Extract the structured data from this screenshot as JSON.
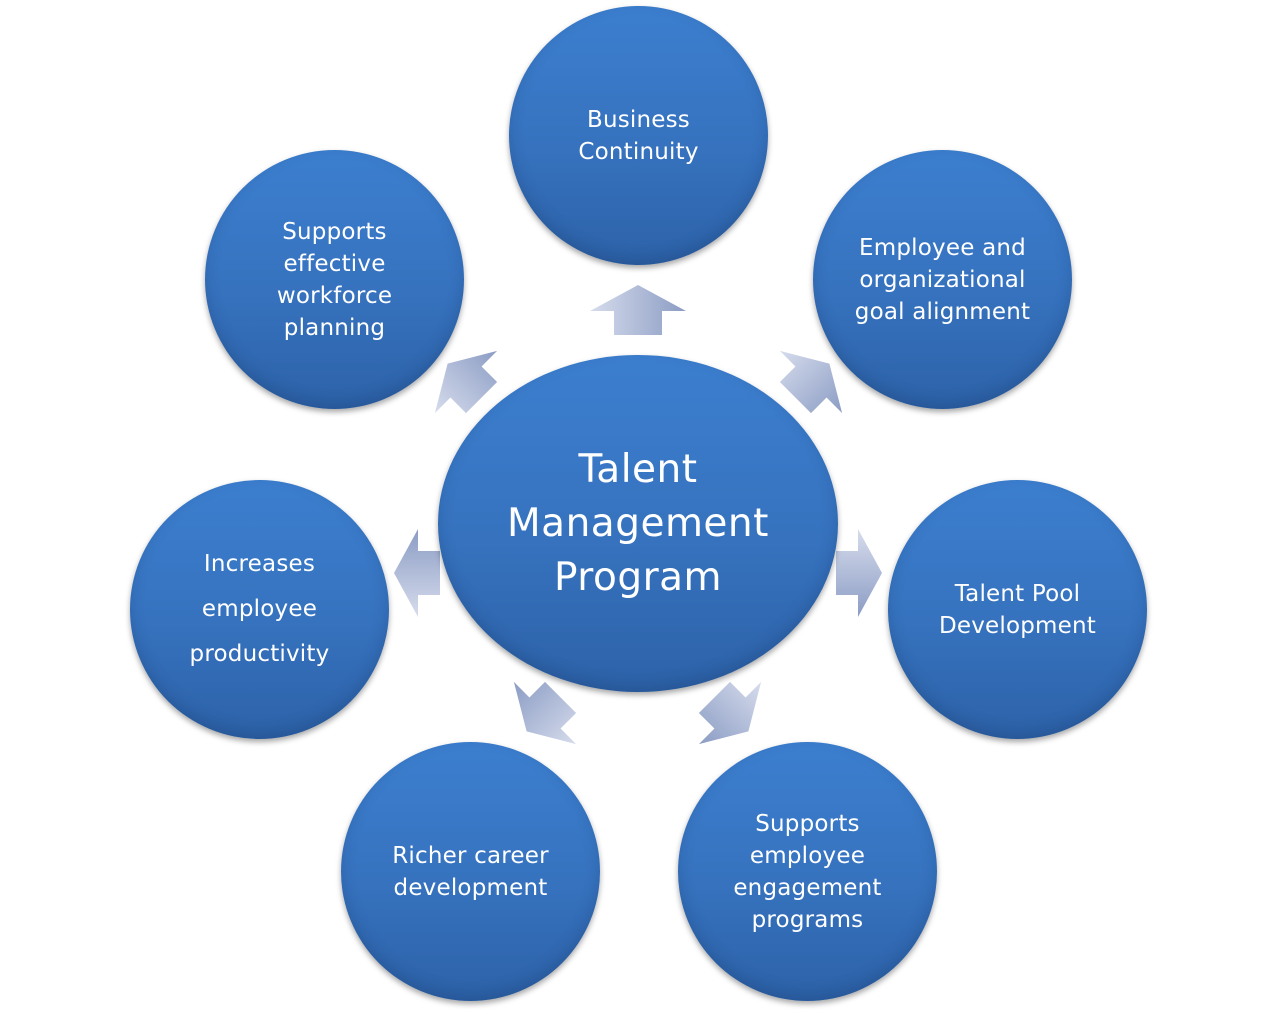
{
  "center": {
    "label": "Talent\nManagement\nProgram"
  },
  "nodes": [
    {
      "id": "business-continuity",
      "label": "Business\nContinuity"
    },
    {
      "id": "goal-alignment",
      "label": "Employee and\norganizational\ngoal alignment"
    },
    {
      "id": "talent-pool",
      "label": "Talent Pool\nDevelopment"
    },
    {
      "id": "engagement",
      "label": "Supports\nemployee\nengagement\nprograms"
    },
    {
      "id": "career",
      "label": "Richer career\ndevelopment"
    },
    {
      "id": "productivity",
      "label": "Increases\nemployee\nproductivity"
    },
    {
      "id": "workforce-planning",
      "label": "Supports\neffective\nworkforce\nplanning"
    }
  ],
  "colors": {
    "circle_top": "#3c7fcf",
    "circle_bottom": "#2d62a8",
    "arrow_light": "#d6dcec",
    "arrow_dark": "#8b9cc4",
    "text": "#ffffff"
  }
}
